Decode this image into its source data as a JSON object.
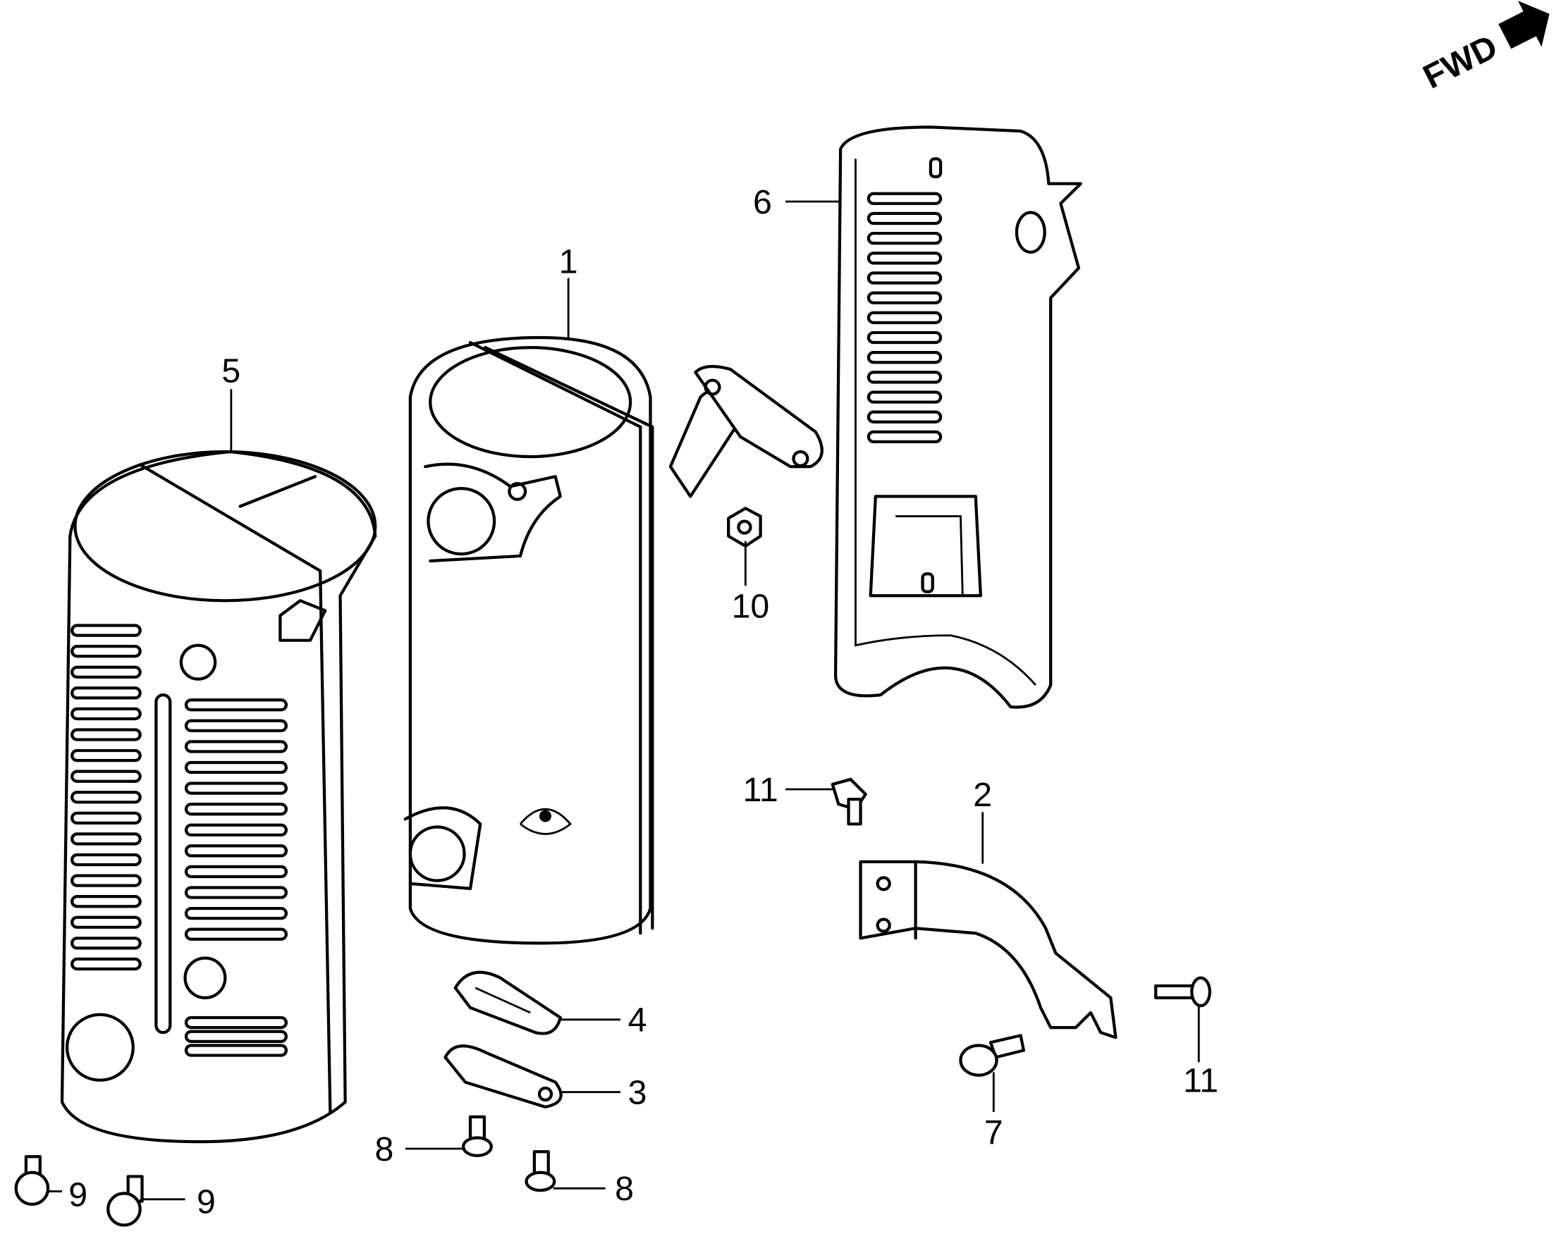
{
  "diagram": {
    "direction_marker": "FWD",
    "callouts": [
      {
        "id": "1"
      },
      {
        "id": "2"
      },
      {
        "id": "3"
      },
      {
        "id": "4"
      },
      {
        "id": "5"
      },
      {
        "id": "6"
      },
      {
        "id": "7"
      },
      {
        "id": "8"
      },
      {
        "id": "8"
      },
      {
        "id": "9"
      },
      {
        "id": "9"
      },
      {
        "id": "10"
      },
      {
        "id": "11"
      },
      {
        "id": "11"
      }
    ]
  }
}
